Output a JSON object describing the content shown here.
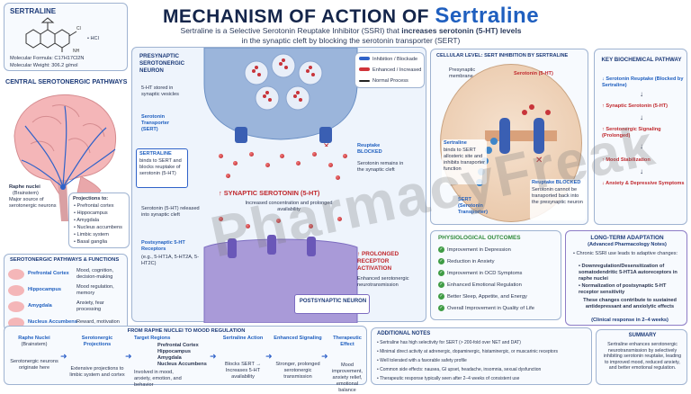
{
  "header": {
    "title_prefix": "MECHANISM OF ACTION OF",
    "title_drug": "Sertraline",
    "subtitle_a": "Sertraline is a Selective Serotonin Reuptake Inhibitor (SSRI) that",
    "subtitle_b": "increases serotonin (5-HT) levels",
    "subtitle_c": "in the synaptic cleft by blocking the serotonin transporter (SERT)"
  },
  "molecule": {
    "title": "SERTRALINE",
    "hcl": "• HCl",
    "formula": "Molecular Formula:  C17H17Cl2N",
    "weight": "Molecular Weight:   306.2 g/mol"
  },
  "central": {
    "title": "CENTRAL SEROTONERGIC PATHWAYS",
    "raphe_title": "Raphe nuclei",
    "raphe_sub": "(Brainstem)",
    "raphe_desc": "Major source of serotonergic neurons",
    "proj_title": "Projections to:",
    "projections": [
      "• Prefrontal cortex",
      "• Hippocampus",
      "• Amygdala",
      "• Nucleus accumbens",
      "• Limbic system",
      "• Basal ganglia"
    ]
  },
  "pathways": {
    "title": "SEROTONERGIC PATHWAYS & FUNCTIONS",
    "rows": [
      {
        "name": "Prefrontal Cortex",
        "desc": "Mood, cognition, decision-making"
      },
      {
        "name": "Hippocampus",
        "desc": "Mood regulation, memory"
      },
      {
        "name": "Amygdala",
        "desc": "Anxiety, fear processing"
      },
      {
        "name": "Nucleus Accumbens",
        "desc": "Reward, motivation"
      }
    ]
  },
  "synapse": {
    "pre_title": "PRESYNAPTIC SEROTONERGIC NEURON",
    "stored": "5-HT stored in synaptic vesicles",
    "sert_label": "Serotonin Transporter (SERT)",
    "sert_block_title": "SERTRALINE",
    "sert_block_desc": "binds to SERT and blocks reuptake of serotonin (5-HT)",
    "reuptake_title": "Reuptake BLOCKED",
    "reuptake_desc": "Serotonin remains in the synaptic cleft",
    "synaptic_title": "SYNAPTIC SEROTONIN (5-HT)",
    "synaptic_desc": "Increased concentration and prolonged availability",
    "released": "Serotonin (5-HT) released into synaptic cleft",
    "receptor_title": "Postsynaptic 5-HT Receptors",
    "receptor_sub": "(e.g., 5-HT1A, 5-HT2A, 5-HT2C)",
    "prolonged_title": "PROLONGED RECEPTOR ACTIVATION",
    "prolonged_desc": "Enhanced serotonergic neurotransmission",
    "post_title": "POSTSYNAPTIC NEURON"
  },
  "legend": {
    "items": [
      {
        "label": "Inhibition / Blockade",
        "color": "#2f62c9"
      },
      {
        "label": "Enhanced / Increased",
        "color": "#d0343a"
      },
      {
        "label": "Normal Process",
        "color": "#222222"
      }
    ]
  },
  "cellular": {
    "title": "CELLULAR LEVEL: SERT INHIBITION BY SERTRALINE",
    "membrane": "Presynaptic membrane",
    "serotonin": "Serotonin (5-HT)",
    "binds_title": "Sertraline",
    "binds_desc": "binds to SERT allosteric site and inhibits transporter function",
    "sert_label": "SERT (Serotonin Transporter)",
    "blocked_title": "Reuptake BLOCKED",
    "blocked_desc": "Serotonin cannot be transported back into the presynaptic neuron"
  },
  "biochem": {
    "title": "KEY BIOCHEMICAL PATHWAY",
    "steps": [
      {
        "text": "Serotonin Reuptake (Blocked by Sertraline)",
        "arrow": "↓",
        "color": "#1f5fbf"
      },
      {
        "text": "Synaptic Serotonin (5-HT)",
        "arrow": "↑",
        "color": "#c0282d"
      },
      {
        "text": "Serotonergic Signaling (Prolonged)",
        "arrow": "↑",
        "color": "#c0282d"
      },
      {
        "text": "Mood Stabilization",
        "arrow": "↑",
        "color": "#c0282d"
      },
      {
        "text": "Anxiety & Depressive Symptoms",
        "arrow": "↓",
        "color": "#c0282d"
      }
    ]
  },
  "outcomes": {
    "title": "PHYSIOLOGICAL OUTCOMES",
    "items": [
      "Improvement in Depression",
      "Reduction in Anxiety",
      "Improvement in OCD Symptoms",
      "Enhanced Emotional Regulation",
      "Better Sleep, Appetite, and Energy",
      "Overall Improvement in Quality of Life"
    ]
  },
  "adaptation": {
    "title": "LONG-TERM ADAPTATION",
    "subtitle": "(Advanced Pharmacology Notes)",
    "intro": "• Chronic SSRI use leads to adaptive changes:",
    "b1": "• Downregulation/Desensitization of somatodendritic 5-HT1A autoreceptors in raphe nuclei",
    "b2": "• Normalization of postsynaptic 5-HT receptor sensitivity",
    "conclusion": "These changes contribute to sustained antidepressant and anxiolytic effects",
    "response": "(Clinical response in 2–4 weeks)"
  },
  "flow": {
    "title": "FROM RAPHE NUCLEI TO MOOD REGULATION",
    "steps": [
      {
        "title": "Raphe Nuclei",
        "sub": "(Brainstem)",
        "desc": "Serotonergic neurons originate here"
      },
      {
        "title": "Serotonergic Projections",
        "sub": "",
        "desc": "Extensive projections to limbic system and cortex"
      },
      {
        "title": "Target Regions",
        "sub": "",
        "desc": "Involved in mood, anxiety, emotion, and behavior"
      },
      {
        "title": "Sertraline Action",
        "sub": "",
        "desc": "Blocks SERT → Increases 5-HT availability"
      },
      {
        "title": "Enhanced Signaling",
        "sub": "",
        "desc": "Stronger, prolonged serotonergic transmission"
      },
      {
        "title": "Therapeutic Effect",
        "sub": "",
        "desc": "Mood improvement, anxiety relief, emotional balance"
      }
    ],
    "targets": [
      "Prefrontal Cortex",
      "Hippocampus",
      "Amygdala",
      "Nucleus Accumbens"
    ]
  },
  "notes": {
    "title": "ADDITIONAL NOTES",
    "items": [
      "• Sertraline has high selectivity for SERT (> 200-fold over NET and DAT)",
      "• Minimal direct activity at adrenergic, dopaminergic, histaminergic, or muscarinic receptors",
      "• Well tolerated with a favorable safety profile",
      "• Common side effects: nausea, GI upset, headache, insomnia, sexual dysfunction",
      "• Therapeutic response typically seen after 2–4 weeks of consistent use"
    ]
  },
  "summary": {
    "title": "SUMMARY",
    "text": "Sertraline enhances serotonergic neurotransmission by selectively inhibiting serotonin reuptake, leading to improved mood, reduced anxiety, and better emotional regulation."
  },
  "watermark": "PharmacyFreak"
}
